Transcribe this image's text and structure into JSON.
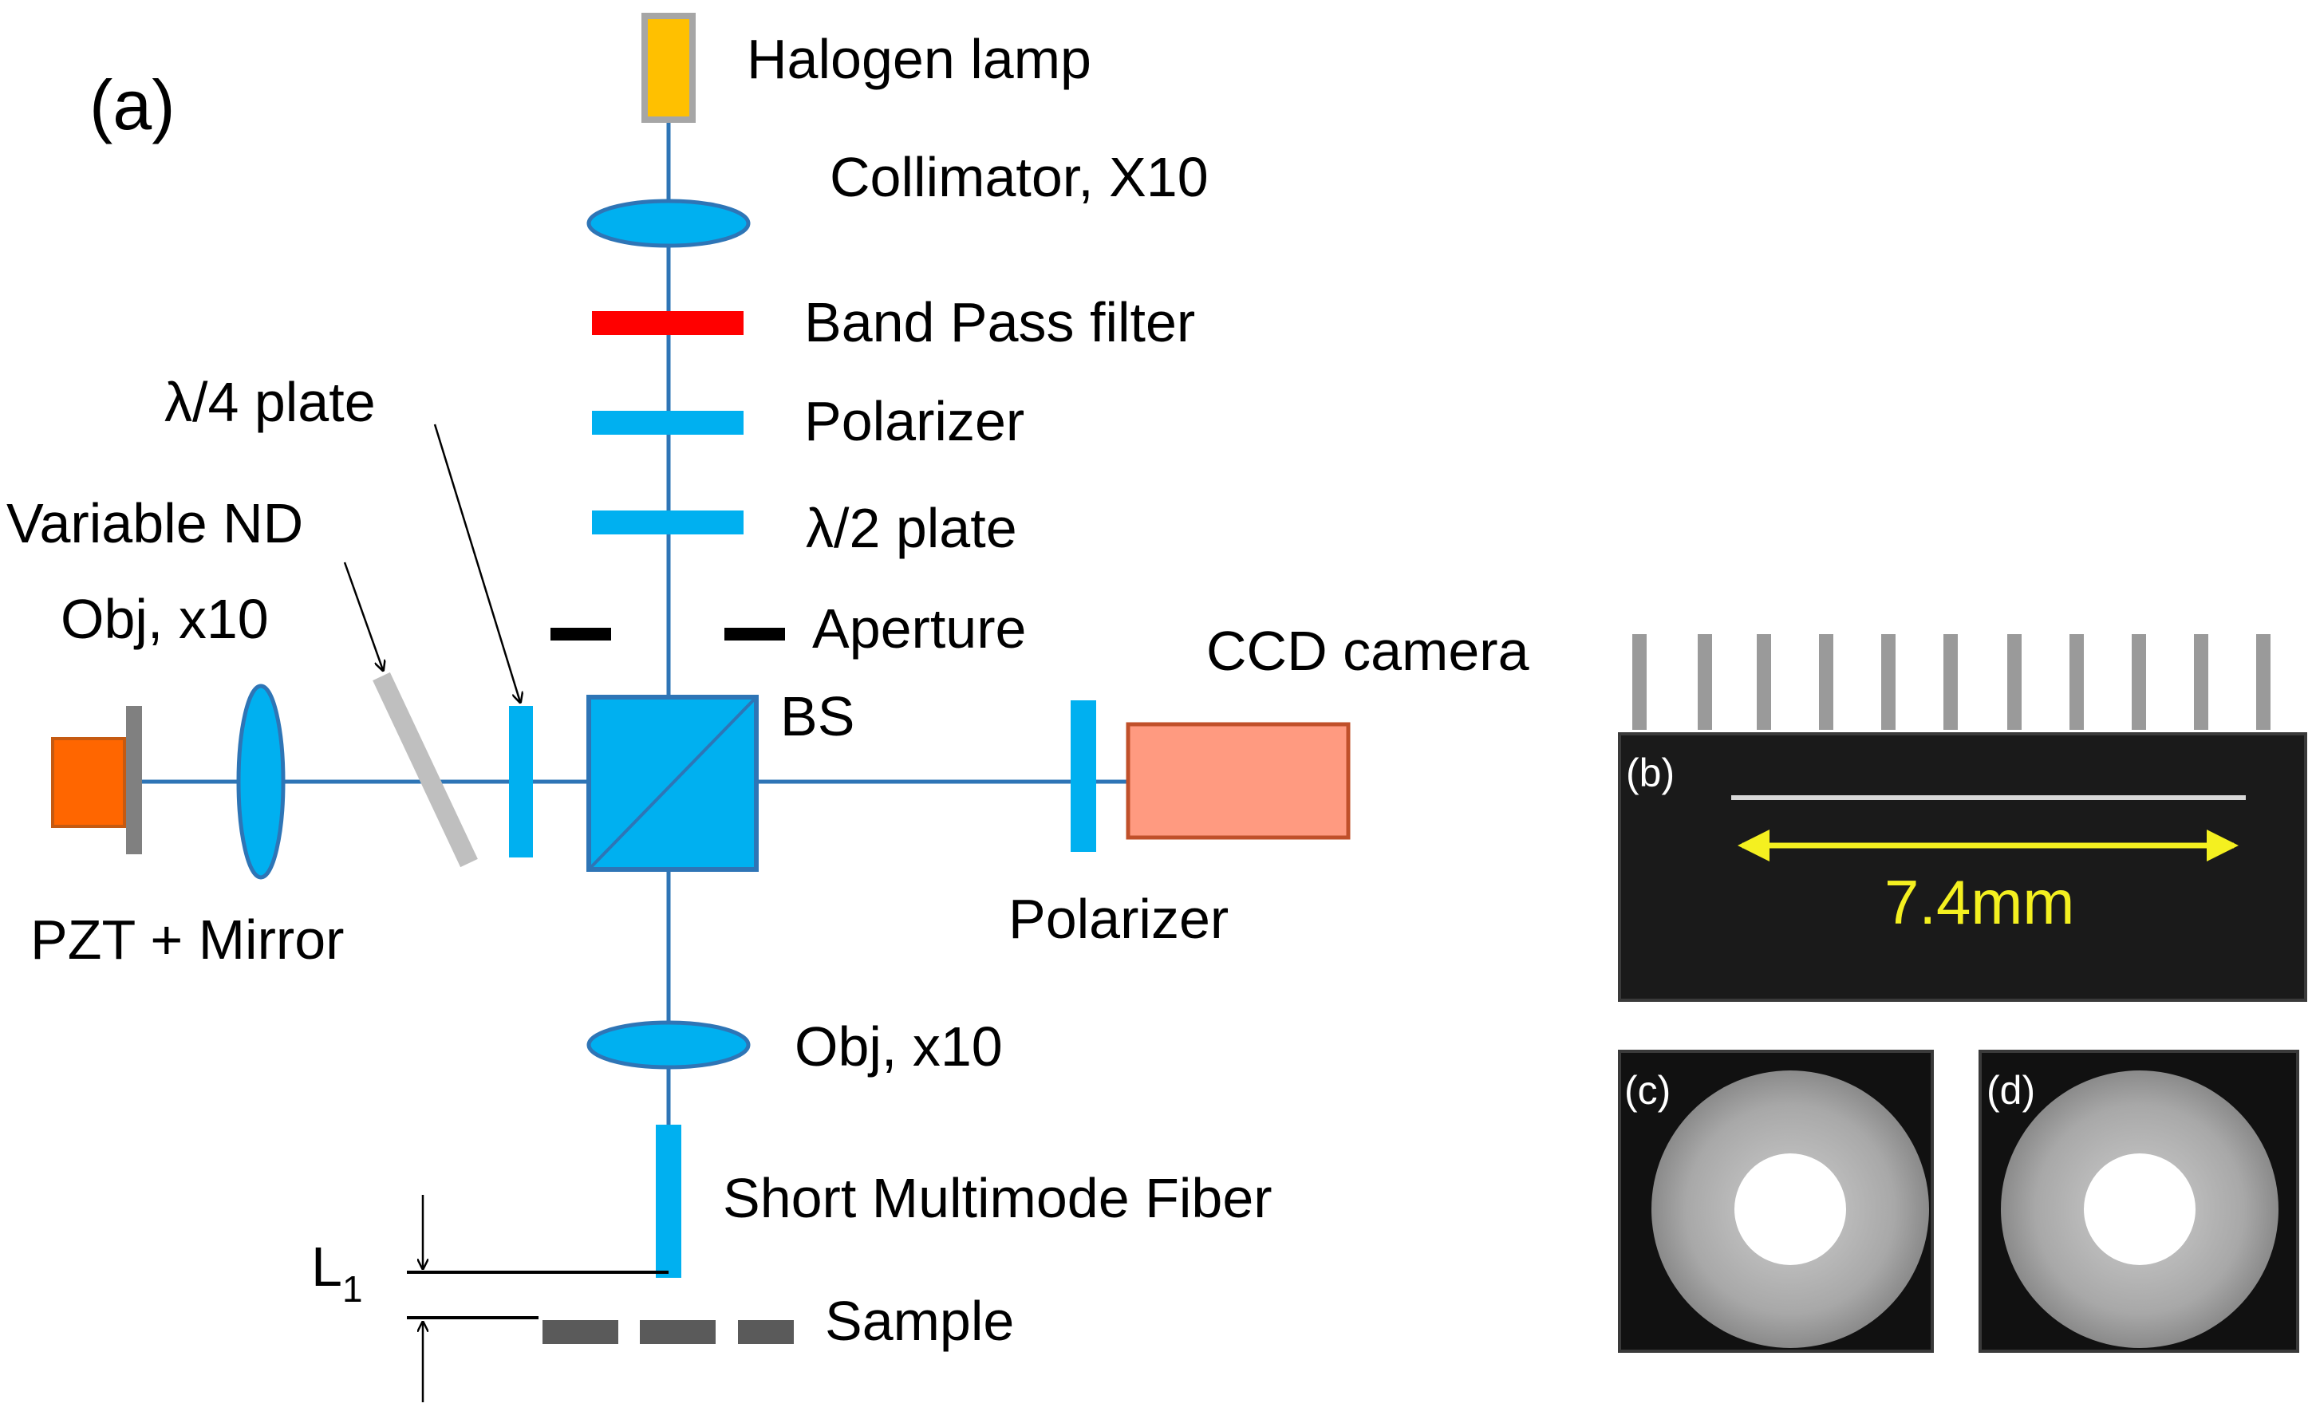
{
  "panels": {
    "a": "(a)",
    "b": "(b)",
    "c": "(c)",
    "d": "(d)"
  },
  "components": {
    "halogen_lamp": "Halogen lamp",
    "collimator": "Collimator, X10",
    "band_pass_filter": "Band Pass filter",
    "polarizer_top": "Polarizer",
    "half_wave_plate": "λ/2 plate",
    "aperture": "Aperture",
    "beam_splitter": "BS",
    "ccd_camera": "CCD camera",
    "polarizer_right": "Polarizer",
    "quarter_wave_plate": "λ/4 plate",
    "variable_nd": "Variable ND",
    "obj_left": "Obj, x10",
    "pzt_mirror": "PZT + Mirror",
    "obj_bottom": "Obj, x10",
    "multimode_fiber": "Short Multimode Fiber",
    "sample": "Sample",
    "distance_label": "L",
    "distance_subscript": "1"
  },
  "measurement": "7.4mm",
  "colors": {
    "beam": "#2e75b6",
    "optic_blue": "#00b0f0",
    "optic_outline": "#2e75b6",
    "filter_red": "#ff0000",
    "lamp_yellow": "#ffc000",
    "pzt_orange": "#ff6600",
    "ccd_salmon": "#ff9a80",
    "ccd_outline": "#c0502a",
    "nd_gray": "#bfbfbf",
    "mirror_gray": "#808080",
    "sample_gray": "#5a5a5a",
    "image_background": "#1a1a1a",
    "measure_yellow": "#f4f020"
  }
}
